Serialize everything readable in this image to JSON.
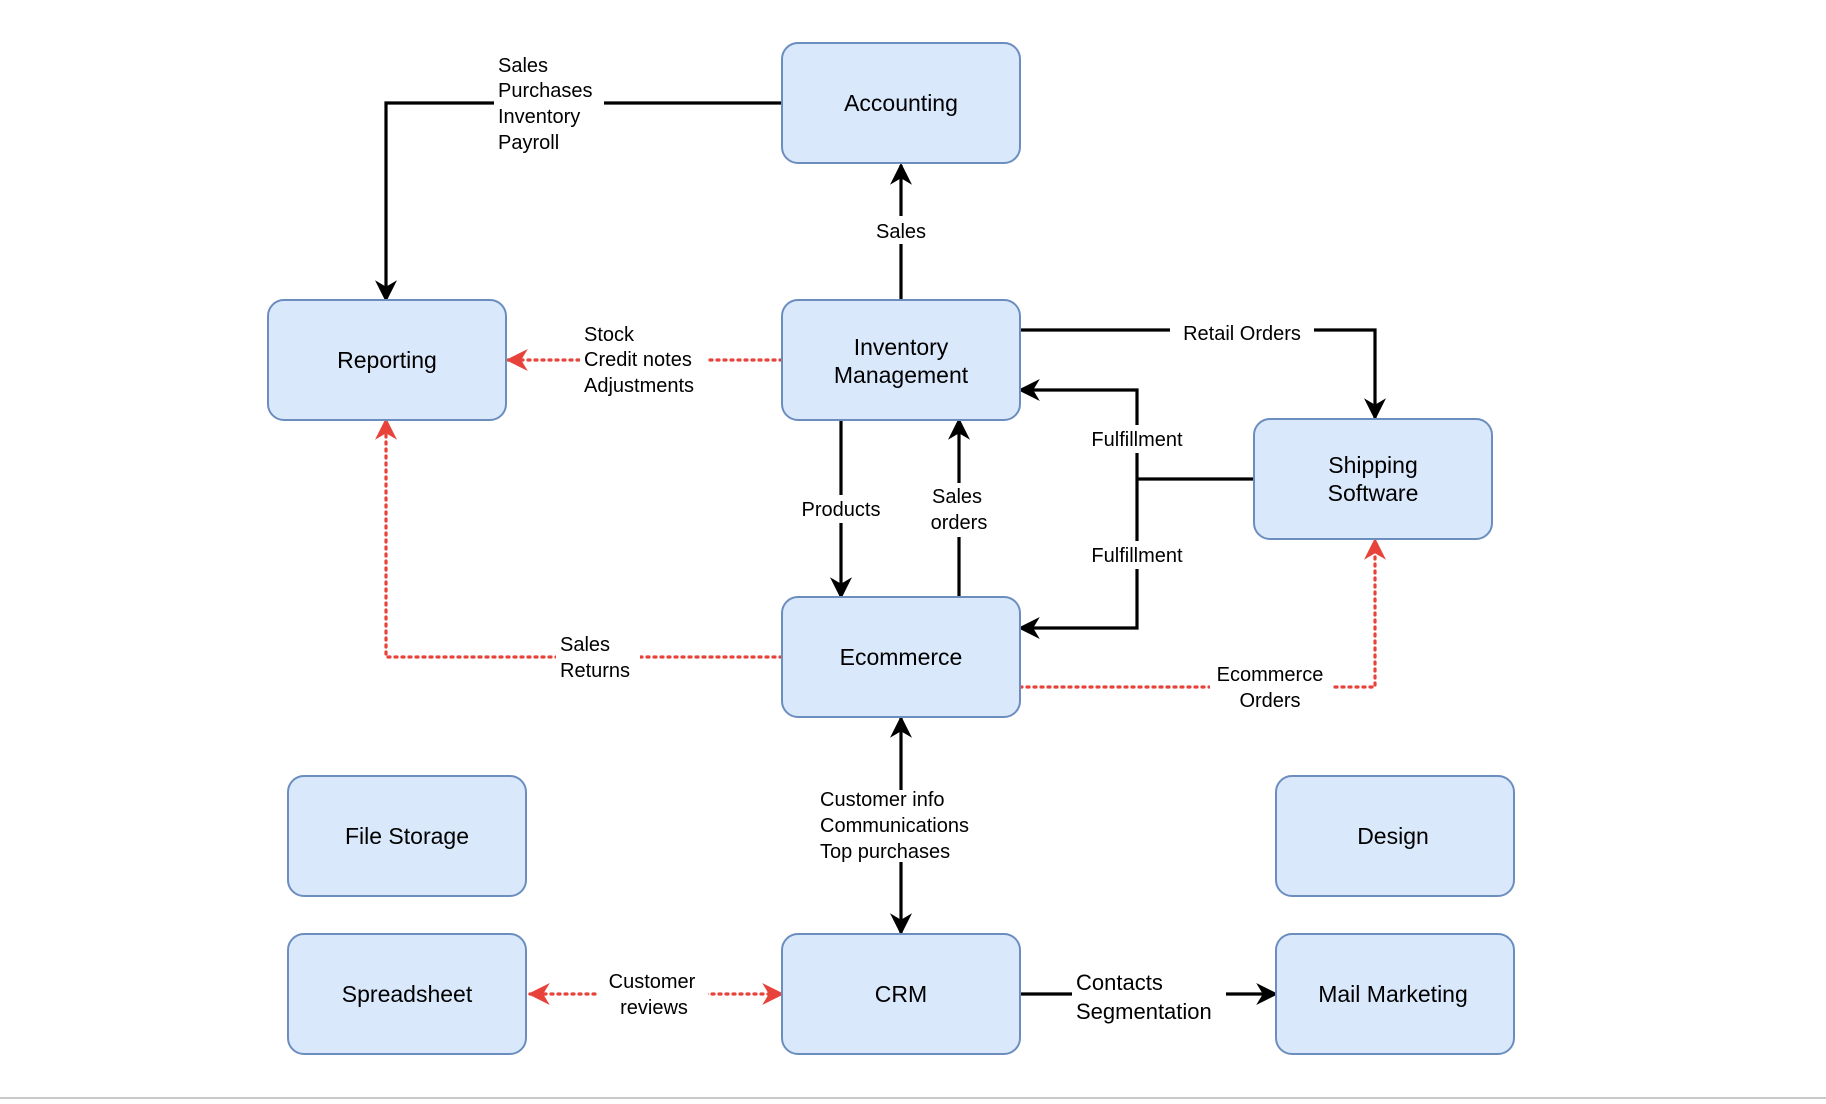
{
  "nodes": {
    "accounting": "Accounting",
    "reporting": "Reporting",
    "inventory_management": [
      "Inventory",
      "Management"
    ],
    "shipping_software": [
      "Shipping",
      "Software"
    ],
    "ecommerce": "Ecommerce",
    "file_storage": "File Storage",
    "design": "Design",
    "spreadsheet": "Spreadsheet",
    "crm": "CRM",
    "mail_marketing": "Mail Marketing"
  },
  "edges": {
    "accounting_to_reporting": [
      "Sales",
      "Purchases",
      "Inventory",
      "Payroll"
    ],
    "inventory_to_accounting": [
      "Sales"
    ],
    "inventory_to_reporting": [
      "Stock",
      "Credit notes",
      "Adjustments"
    ],
    "inventory_to_shipping": [
      "Retail Orders"
    ],
    "shipping_to_inventory": [
      "Fulfillment"
    ],
    "shipping_to_ecommerce": [
      "Fulfillment"
    ],
    "inventory_to_ecommerce": [
      "Products"
    ],
    "ecommerce_to_inventory": [
      "Sales",
      "orders"
    ],
    "ecommerce_to_reporting": [
      "Sales",
      "Returns"
    ],
    "ecommerce_to_shipping": [
      "Ecommerce",
      "Orders"
    ],
    "ecommerce_crm": [
      "Customer info",
      "Communications",
      "Top purchases"
    ],
    "spreadsheet_crm": [
      "Customer",
      "reviews"
    ],
    "crm_to_mail": [
      "Contacts",
      "Segmentation"
    ]
  },
  "colors": {
    "node_fill": "#dae8fc",
    "node_stroke": "#6c8ebf",
    "edge_black": "#000000",
    "edge_red": "#e8433b"
  }
}
